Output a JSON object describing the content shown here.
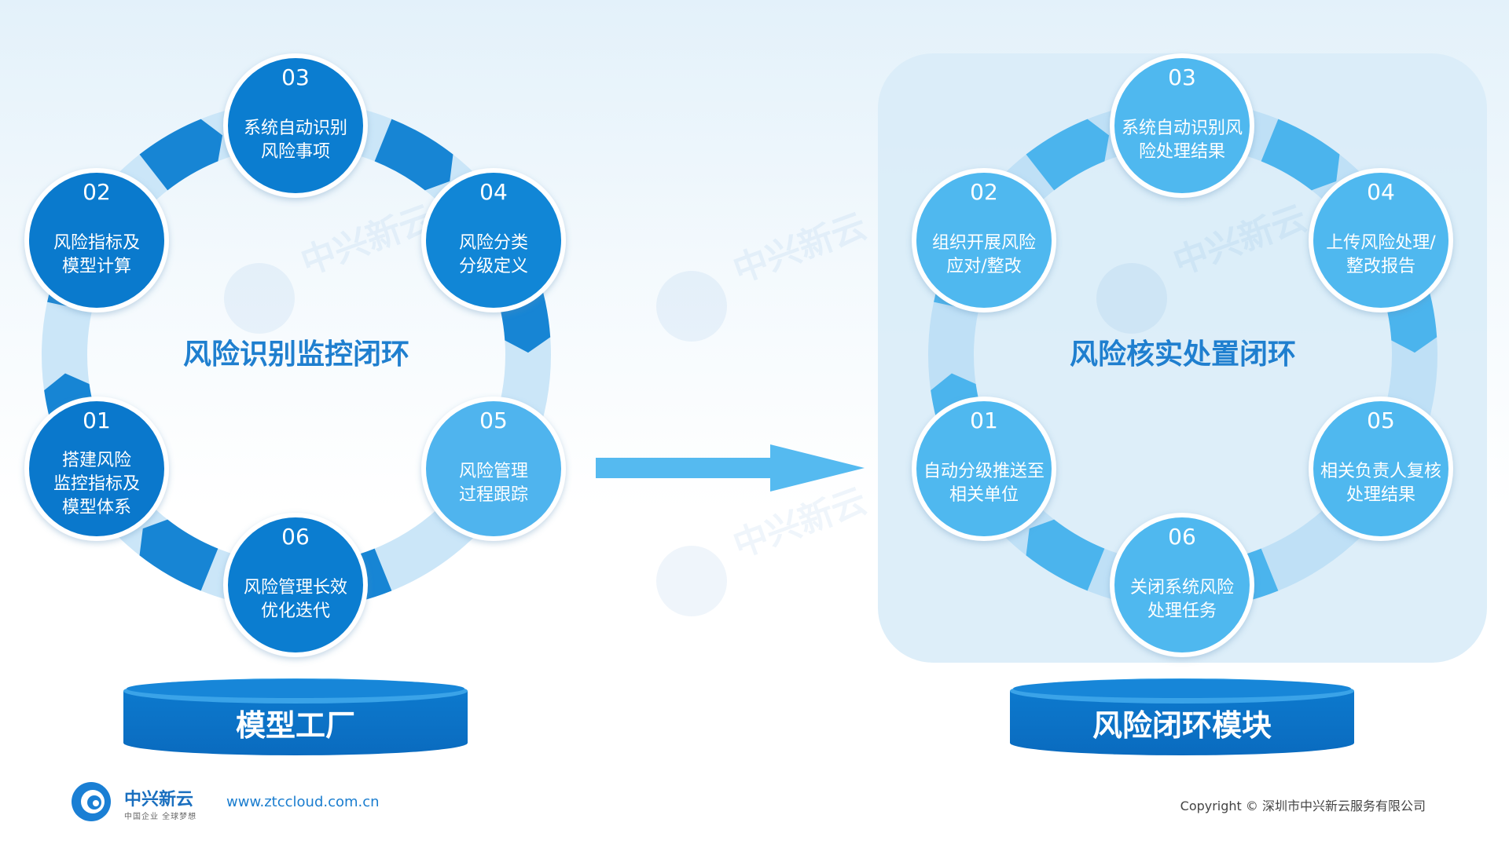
{
  "left_cycle": {
    "center_title": "风险识别监控闭环",
    "nodes": [
      {
        "num": "01",
        "lines": [
          "搭建风险",
          "监控指标及",
          "模型体系"
        ]
      },
      {
        "num": "02",
        "lines": [
          "风险指标及",
          "模型计算"
        ]
      },
      {
        "num": "03",
        "lines": [
          "系统自动识别",
          "风险事项"
        ]
      },
      {
        "num": "04",
        "lines": [
          "风险分类",
          "分级定义"
        ]
      },
      {
        "num": "05",
        "lines": [
          "风险管理",
          "过程跟踪"
        ]
      },
      {
        "num": "06",
        "lines": [
          "风险管理长效",
          "优化迭代"
        ]
      }
    ],
    "base_label": "模型工厂"
  },
  "right_cycle": {
    "center_title": "风险核实处置闭环",
    "nodes": [
      {
        "num": "01",
        "lines": [
          "自动分级推送至",
          "相关单位"
        ]
      },
      {
        "num": "02",
        "lines": [
          "组织开展风险",
          "应对/整改"
        ]
      },
      {
        "num": "03",
        "lines": [
          "系统自动识别风",
          "险处理结果"
        ]
      },
      {
        "num": "04",
        "lines": [
          "上传风险处理/",
          "整改报告"
        ]
      },
      {
        "num": "05",
        "lines": [
          "相关负责人复核",
          "处理结果"
        ]
      },
      {
        "num": "06",
        "lines": [
          "关闭系统风险",
          "处理任务"
        ]
      }
    ],
    "base_label": "风险闭环模块"
  },
  "colors": {
    "dark_blue": "#0a79cc",
    "mid_blue": "#1d93e0",
    "light_blue": "#4fb4ee",
    "ring_light": "#c9e6f8",
    "panel_bg": "#dcedf8"
  },
  "footer": {
    "logo_text": "中兴新云",
    "logo_sub": "中国企业 全球梦想",
    "url": "www.ztccloud.com.cn",
    "copyright": "Copyright © 深圳市中兴新云服务有限公司"
  }
}
